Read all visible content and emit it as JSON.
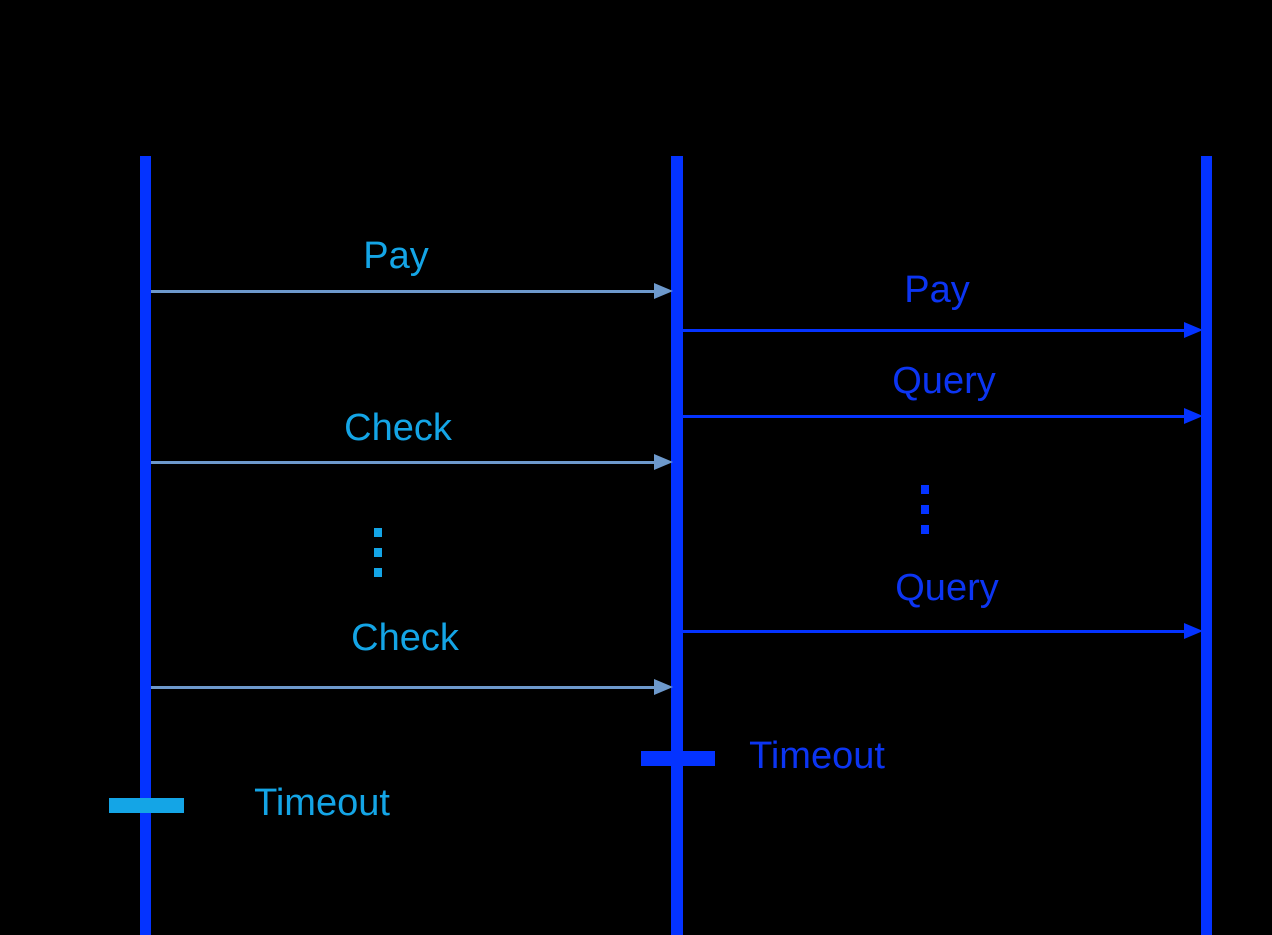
{
  "diagram": {
    "type": "sequence-diagram",
    "background": "#000000",
    "colors": {
      "lifeline_blue": "#0433ff",
      "cyan_accent": "#14a5e6",
      "steel_arrow": "#6d99cc"
    },
    "lifelines": [
      {
        "id": "left"
      },
      {
        "id": "middle"
      },
      {
        "id": "right"
      }
    ],
    "messages": [
      {
        "label": "Pay",
        "from": "left",
        "to": "middle",
        "style": "cyan"
      },
      {
        "label": "Pay",
        "from": "middle",
        "to": "right",
        "style": "blue"
      },
      {
        "label": "Query",
        "from": "middle",
        "to": "right",
        "style": "blue"
      },
      {
        "label": "Check",
        "from": "left",
        "to": "middle",
        "style": "cyan"
      },
      {
        "label": "Query",
        "from": "middle",
        "to": "right",
        "style": "blue"
      },
      {
        "label": "Check",
        "from": "left",
        "to": "middle",
        "style": "cyan"
      }
    ],
    "ellipses": [
      {
        "lane": "left-middle",
        "symbol": "⋮"
      },
      {
        "lane": "middle-right",
        "symbol": "⋮"
      }
    ],
    "timeouts": [
      {
        "label": "Timeout",
        "lifeline": "middle",
        "style": "blue"
      },
      {
        "label": "Timeout",
        "lifeline": "left",
        "style": "cyan"
      }
    ]
  }
}
